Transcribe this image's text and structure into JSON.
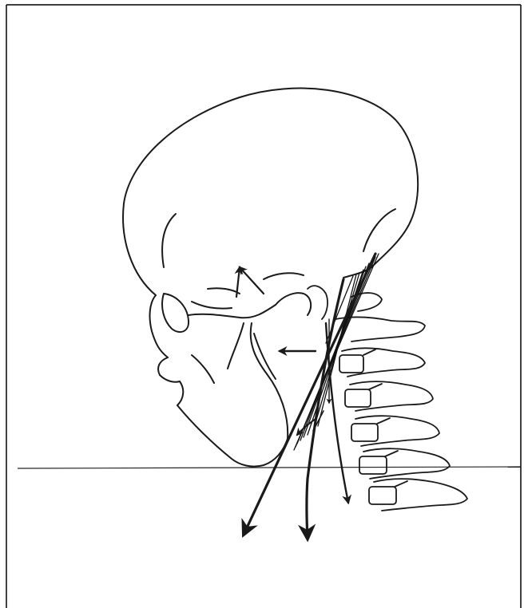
{
  "figure": {
    "subject": "",
    "colors": {
      "background": "#ffffff",
      "ink": "#1a1a1a",
      "frame": "#000000"
    },
    "icons": [
      "skull-drawing",
      "cervical-spine-drawing",
      "force-vector-arrow",
      "horizontal-reference-line"
    ]
  }
}
